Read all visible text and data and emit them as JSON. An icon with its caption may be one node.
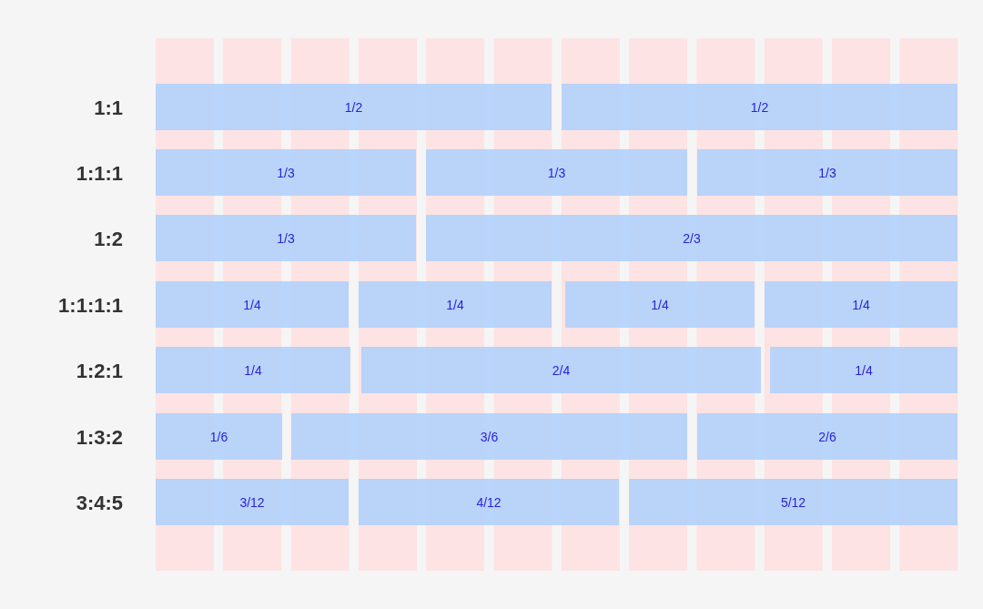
{
  "diagram": {
    "nodes": [
      {
        "text": [
          "1/2"
        ]
      },
      {
        "text": [
          "1/2"
        ]
      },
      {
        "text": [
          "1/3"
        ]
      },
      {
        "text": [
          "1/3"
        ]
      },
      {
        "text": [
          "1/3"
        ]
      },
      {
        "text": [
          "1/3"
        ]
      },
      {
        "text": [
          "2/3"
        ]
      },
      {
        "text": [
          "1/4"
        ]
      },
      {
        "text": [
          "1/4"
        ]
      },
      {
        "text": [
          "1/4"
        ]
      },
      {
        "text": [
          "1/4"
        ]
      },
      {
        "text": [
          "1/4"
        ]
      },
      {
        "text": [
          "2/4"
        ]
      },
      {
        "text": [
          "1/4"
        ]
      },
      {
        "text": [
          "1/6"
        ]
      },
      {
        "text": [
          "3/6"
        ]
      },
      {
        "text": [
          "2/6"
        ]
      },
      {
        "text": [
          "3/12"
        ]
      },
      {
        "text": [
          "4/12"
        ]
      },
      {
        "text": [
          "5/12"
        ]
      }
    ],
    "labels": [
      "1:1",
      "1:1:1",
      "1:2",
      "1:1:1:1",
      "1:2:1",
      "1:3:2",
      "3:4:5"
    ]
  }
}
